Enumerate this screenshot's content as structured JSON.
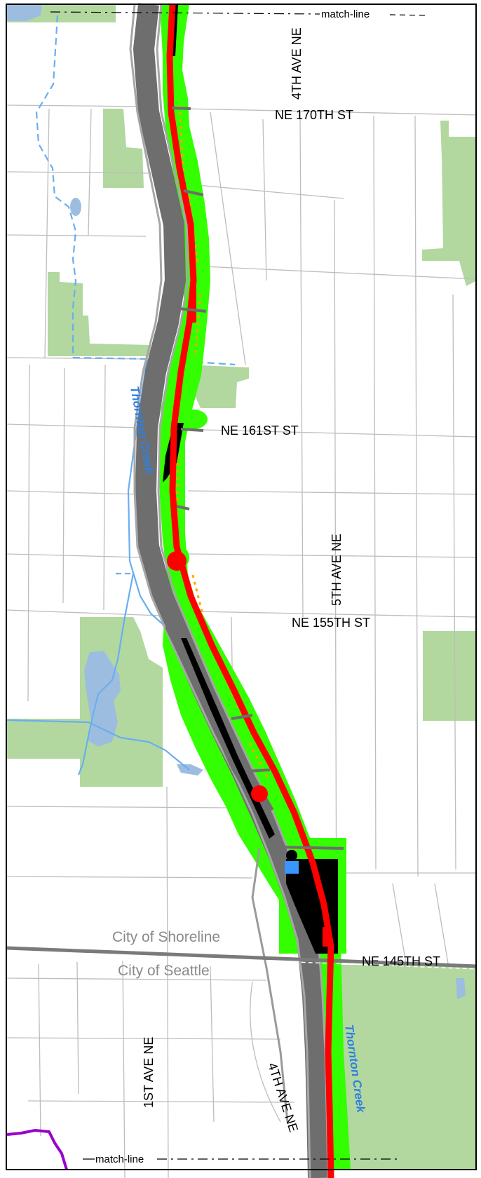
{
  "streets": {
    "ne_170th": "NE 170TH ST",
    "ne_161st": "NE 161ST ST",
    "ne_155th": "NE 155TH ST",
    "ne_145th": "NE 145TH ST",
    "fourth_ave_ne_north": "4TH AVE NE",
    "fifth_ave_ne": "5TH AVE NE",
    "first_ave_ne": "1ST AVE NE",
    "fourth_ave_ne_south": "4TH AVE NE"
  },
  "creeks": {
    "north": "Thornton Creek",
    "south": "Thornton Creek"
  },
  "cities": {
    "north": "City of Shoreline",
    "south": "City of Seattle"
  },
  "match_lines": {
    "top": "match-line",
    "bottom": "match-line"
  },
  "colors": {
    "park": "#b2d8a0",
    "water": "#9dbde0",
    "creek": "#6aaef0",
    "freeway": "#6e6e6e",
    "alignment": "#ff0000",
    "construction_zone": "#33ff00",
    "station": "#000000",
    "district_boundary": "#9900cc"
  }
}
